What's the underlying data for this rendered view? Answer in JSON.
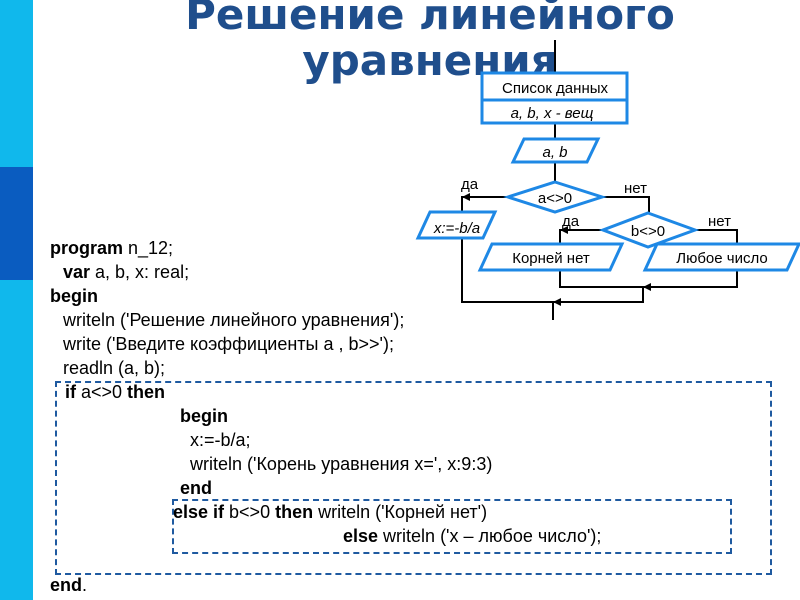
{
  "title": "Решение линейного уравнения",
  "colors": {
    "sidebar_light": "#10b8ec",
    "sidebar_dark": "#0a5cc0",
    "title": "#1f4e8c",
    "shape_border": "#1e88e5"
  },
  "code": [
    [
      {
        "t": "program",
        "b": true
      },
      {
        "t": " n_12;"
      }
    ],
    [
      {
        "t": "var",
        "b": true
      },
      {
        "t": " a, b, x: real;"
      }
    ],
    [
      {
        "t": "begin",
        "b": true
      }
    ],
    [
      {
        "t": "writeln ('Решение линейного уравнения');"
      }
    ],
    [
      {
        "t": "write ('Введите коэффициенты a , b>>');"
      }
    ],
    [
      {
        "t": "readln (a, b);"
      }
    ],
    [
      {
        "t": "if",
        "b": true
      },
      {
        "t": " a<>0 "
      },
      {
        "t": "then",
        "b": true
      }
    ],
    [
      {
        "t": "begin",
        "b": true
      }
    ],
    [
      {
        "t": "x:=-b/a;"
      }
    ],
    [
      {
        "t": "writeln ('Корень уравнения x=', x:9:3)"
      }
    ],
    [
      {
        "t": "end",
        "b": true
      }
    ],
    [
      {
        "t": "else if",
        "b": true
      },
      {
        "t": " b<>0 "
      },
      {
        "t": "then",
        "b": true
      },
      {
        "t": " writeln ('Корней нет')"
      }
    ],
    [
      {
        "t": "else",
        "b": true
      },
      {
        "t": " writeln ('x – любое число');"
      }
    ],
    [
      {
        "t": "end",
        "b": true
      },
      {
        "t": "."
      }
    ]
  ],
  "flowchart": {
    "data_list_title": "Список данных",
    "data_list_vars": "a, b, x - вещ",
    "input": "a, b",
    "cond1": "a<>0",
    "assign": "x:=-b/a",
    "cond2": "b<>0",
    "out_no_roots": "Корней нет",
    "out_any": "Любое число",
    "yes1": "да",
    "no1": "нет",
    "yes2": "да",
    "no2": "нет"
  }
}
